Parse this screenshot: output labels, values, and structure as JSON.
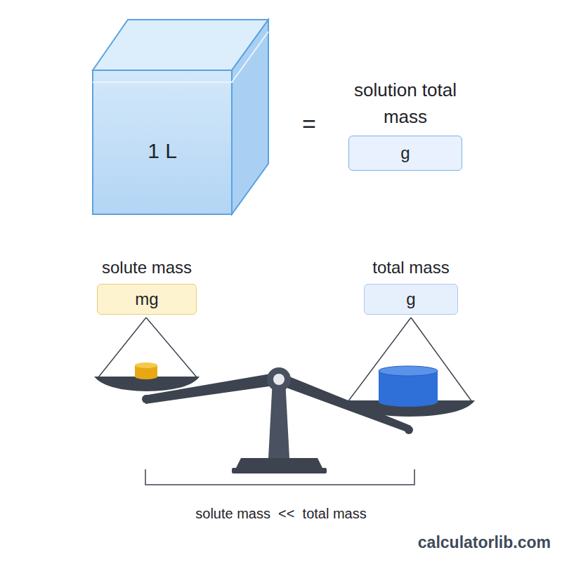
{
  "diagram": {
    "nodes": [
      {
        "text": [
          "1 L"
        ]
      },
      {
        "text": [
          "solution total mass",
          "g"
        ]
      },
      {
        "text": [
          "solute mass",
          "mg"
        ]
      },
      {
        "text": [
          "total mass",
          "g"
        ]
      }
    ],
    "labels": [
      "=",
      "solute mass  <<  total mass",
      "calculatorlib.com"
    ]
  }
}
